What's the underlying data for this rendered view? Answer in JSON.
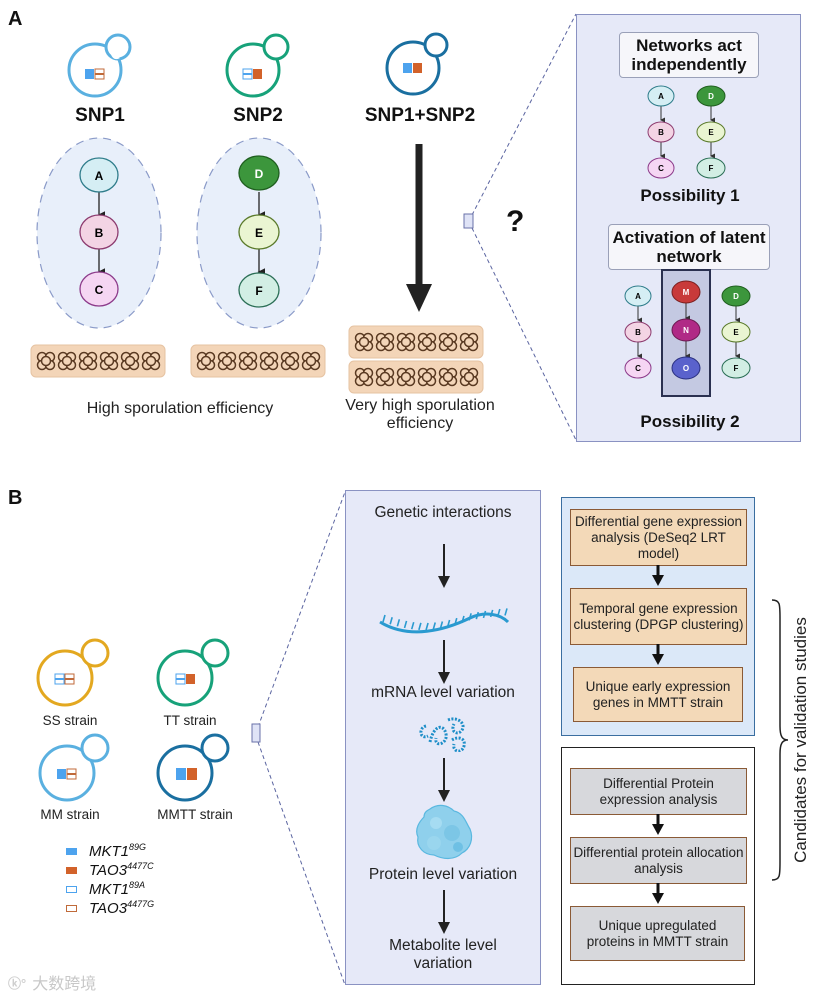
{
  "panel_a": {
    "label": "A",
    "cells": [
      {
        "title": "SNP1",
        "outline_color": "#5ab0e0",
        "alleles": [
          "MKT1_89G",
          "TAO3_4477G"
        ]
      },
      {
        "title": "SNP2",
        "outline_color": "#17a27a",
        "alleles": [
          "MKT1_89A",
          "TAO3_4477C"
        ]
      },
      {
        "title": "SNP1+SNP2",
        "outline_color": "#1a6fa0",
        "alleles": [
          "MKT1_89G",
          "TAO3_4477C"
        ]
      }
    ],
    "network_1": [
      "A",
      "B",
      "C"
    ],
    "network_2": [
      "D",
      "E",
      "F"
    ],
    "caption_high": "High sporulation efficiency",
    "caption_very_high": "Very high sporulation efficiency",
    "question_mark": "?",
    "inset": {
      "box1_title": "Networks act independently",
      "possibility1": "Possibility 1",
      "box2_title": "Activation of latent network",
      "latent_network": [
        "M",
        "N",
        "O"
      ],
      "possibility2": "Possibility 2"
    }
  },
  "panel_b": {
    "label": "B",
    "strains": [
      {
        "name": "SS strain",
        "outline_color": "#e3a820"
      },
      {
        "name": "TT strain",
        "outline_color": "#17a27a"
      },
      {
        "name": "MM strain",
        "outline_color": "#5ab0e0"
      },
      {
        "name": "MMTT strain",
        "outline_color": "#1a6fa0"
      }
    ],
    "legend": [
      {
        "gene": "MKT1",
        "allele": "89G",
        "style": "filled",
        "color": "#4da3ee"
      },
      {
        "gene": "TAO3",
        "allele": "4477C",
        "style": "filled",
        "color": "#d2622a"
      },
      {
        "gene": "MKT1",
        "allele": "89A",
        "style": "outline",
        "color": "#4da3ee"
      },
      {
        "gene": "TAO3",
        "allele": "4477G",
        "style": "outline",
        "color": "#c06a3a"
      }
    ],
    "flow": {
      "step1": "Genetic interactions",
      "step2": "mRNA level variation",
      "step3": "Protein level variation",
      "step4": "Metabolite level variation"
    },
    "transcriptomics_steps": [
      "Differential gene expression analysis (DeSeq2 LRT model)",
      "Temporal gene expression clustering (DPGP clustering)",
      "Unique early expression genes in MMTT strain"
    ],
    "proteomics_steps": [
      "Differential Protein expression analysis",
      "Differential protein allocation analysis",
      "Unique upregulated proteins  in MMTT strain"
    ],
    "brace_label": "Candidates for validation studies"
  },
  "watermark": "大数跨境",
  "colors": {
    "panel_bg": "#e6e9f8",
    "panel_border": "#8a92c2",
    "network_bg": "#e8effa",
    "spore_box": "#f3d5b8",
    "mkt1_fill": "#4da3ee",
    "tao3_fill": "#d2622a"
  }
}
